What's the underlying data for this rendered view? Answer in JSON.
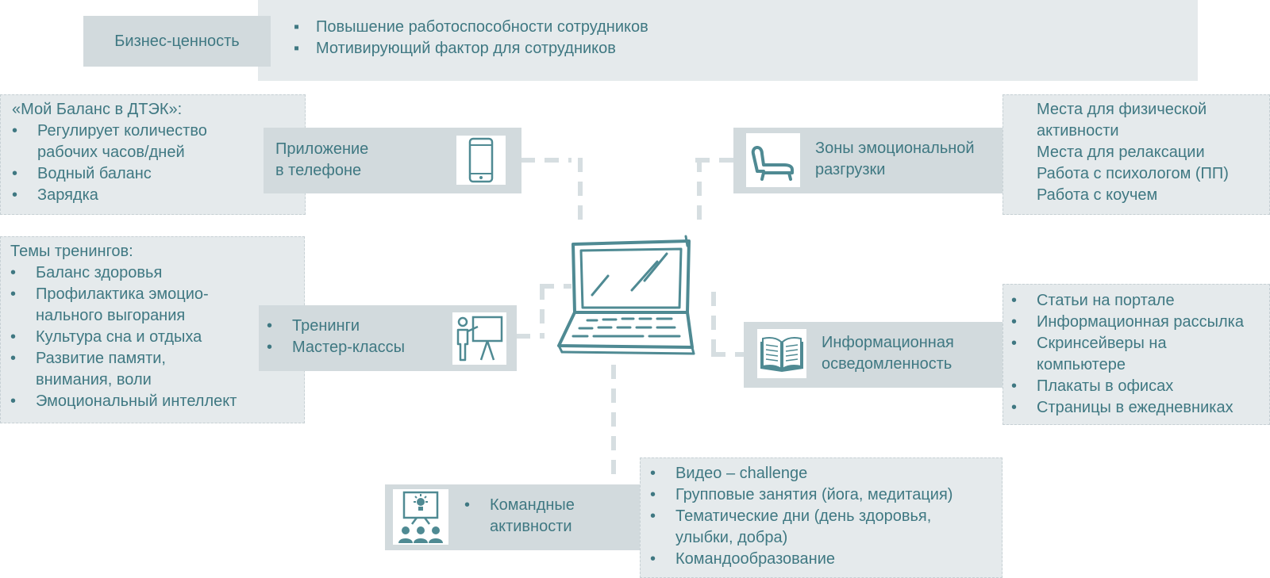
{
  "business_value": {
    "label": "Бизнес-ценность",
    "items": [
      "Повышение работоспособности сотрудников",
      "Мотивирующий фактор для сотрудников"
    ]
  },
  "phone_app": {
    "label_line1": "Приложение",
    "label_line2": "в телефоне",
    "icon": "smartphone-icon",
    "details_title": "«Мой Баланс в ДТЭК»:",
    "details": [
      "Регулирует количество рабочих часов/дней",
      "Водный баланс",
      "Зарядка"
    ]
  },
  "emotional_zones": {
    "label_line1": "Зоны эмоциональной",
    "label_line2": "разгрузки",
    "icon": "armchair-icon",
    "details": [
      "Места для физической активности",
      "Места для релаксации",
      "Работа с психологом (ПП)",
      "Работа с коучем"
    ]
  },
  "trainings": {
    "items": [
      "Тренинги",
      "Мастер-классы"
    ],
    "icon": "presenter-icon",
    "details_title": "Темы тренингов:",
    "details": [
      "Баланс здоровья",
      "Профилактика эмоцио-нального выгорания",
      "Культура сна и отдыха",
      "Развитие памяти, внимания, воли",
      "Эмоциональный интеллект"
    ]
  },
  "info_awareness": {
    "label_line1": "Информационная",
    "label_line2": "осведомленность",
    "icon": "open-book-icon",
    "details": [
      "Статьи на портале",
      "Информационная рассылка",
      "Скринсейверы на компьютере",
      "Плакаты в офисах",
      "Страницы в ежедневниках"
    ]
  },
  "team_activities": {
    "label_line1": "Командные",
    "label_line2": "активности",
    "icon": "team-idea-icon",
    "details": [
      "Видео – challenge",
      "Групповые занятия (йога, медитация)",
      "Тематические дни (день здоровья, улыбки, добра)",
      "Командообразование"
    ]
  },
  "center_icon": "laptop-icon",
  "colors": {
    "text": "#3f7882",
    "panel_light": "#e5eaec",
    "panel_mid": "#d2dadd",
    "icon": "#4f8a93"
  }
}
